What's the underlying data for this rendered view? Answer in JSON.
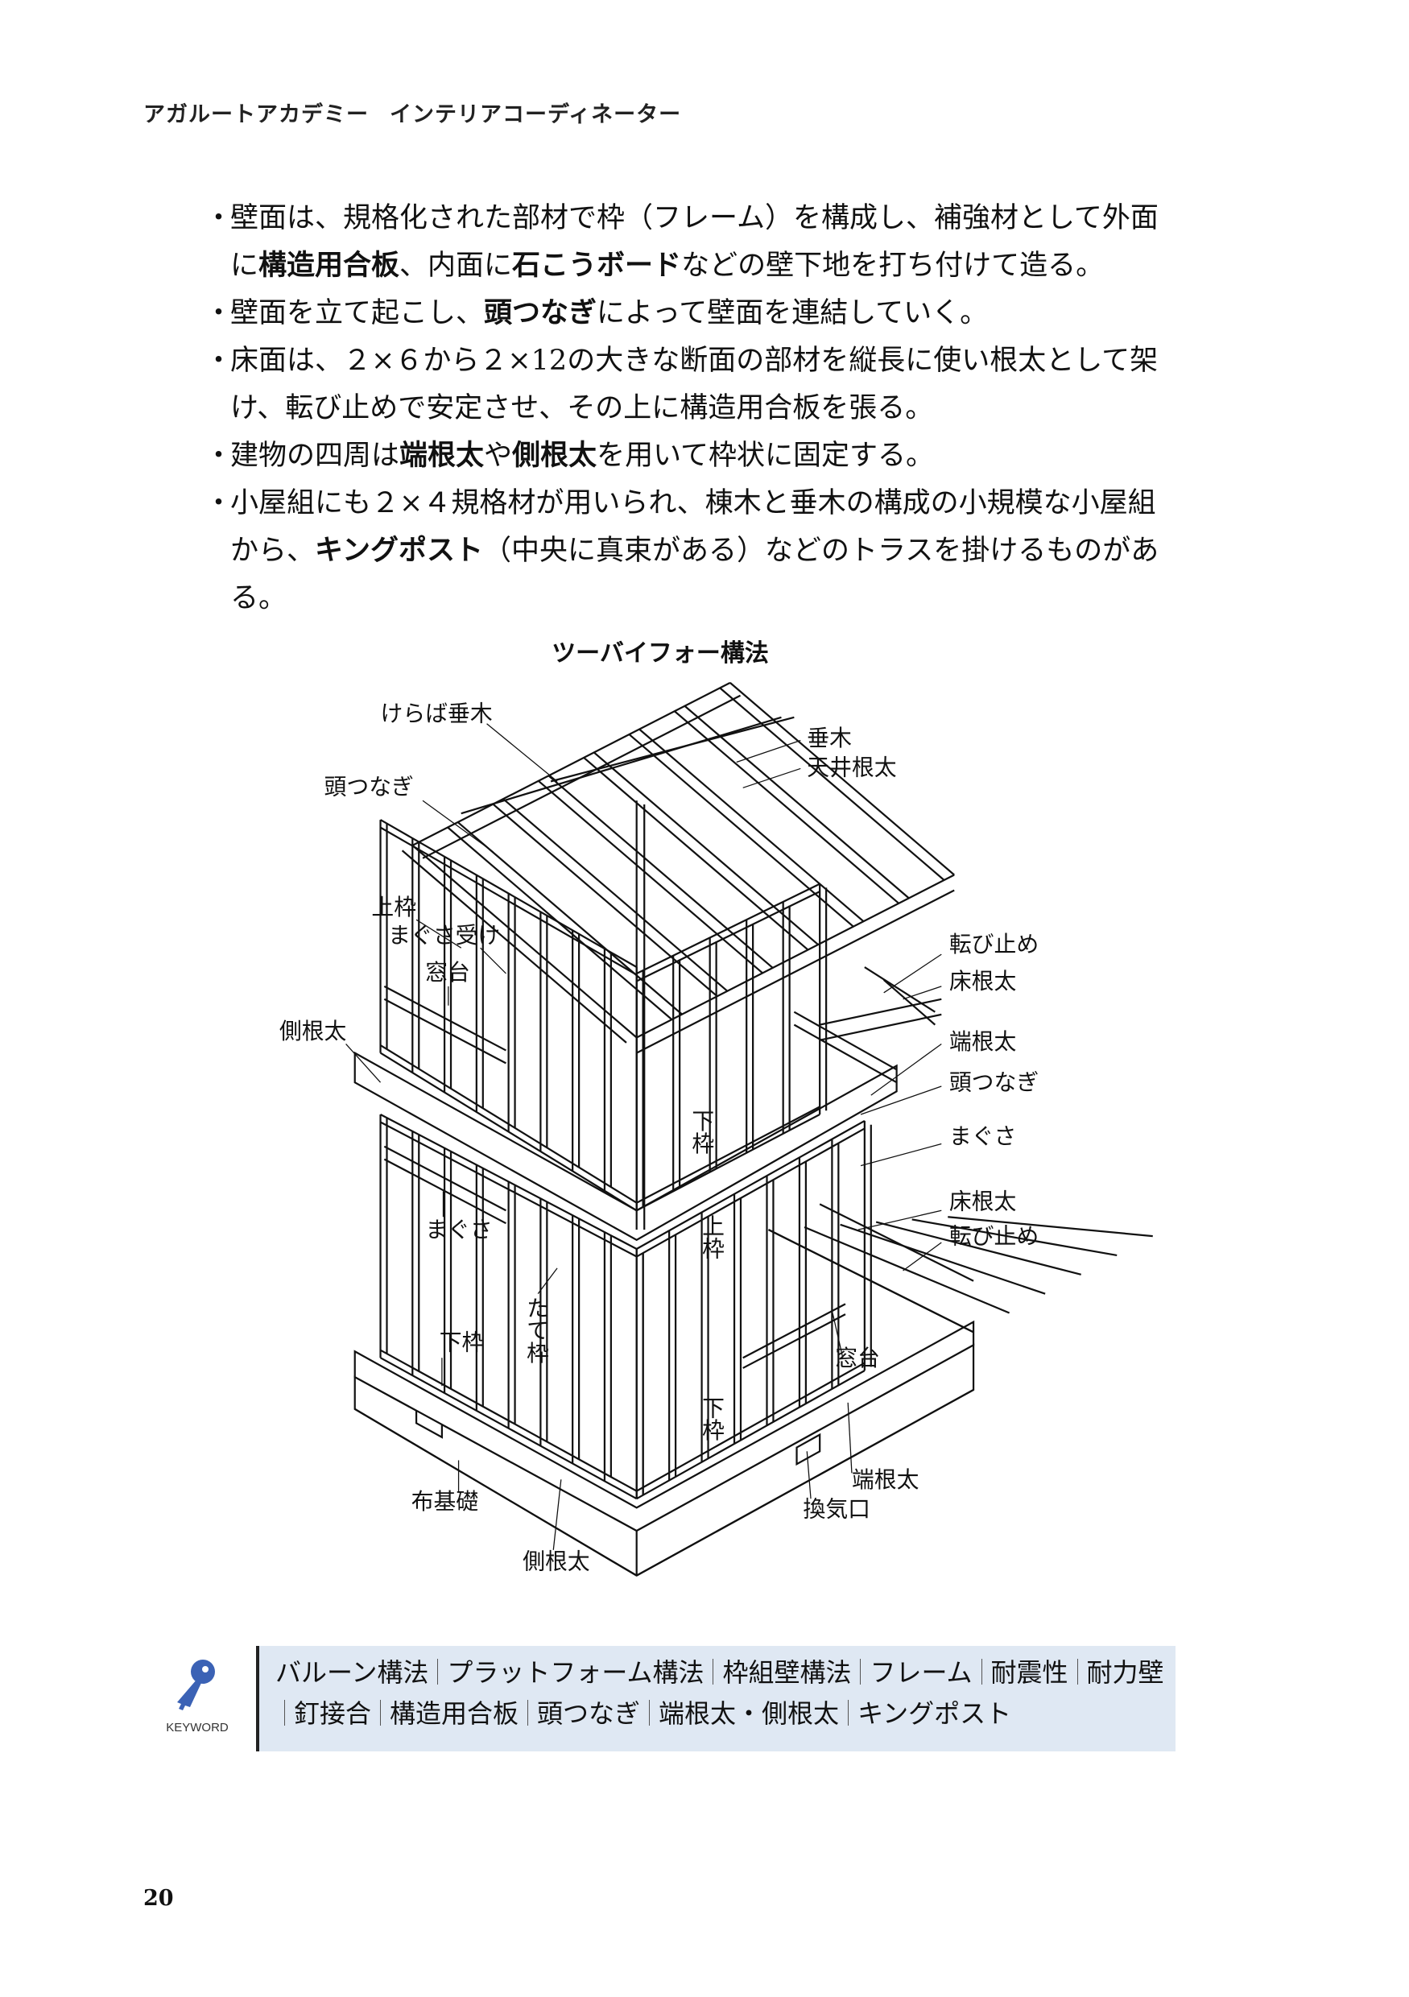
{
  "header": {
    "publisher": "アガルートアカデミー",
    "course": "インテリアコーディネーター"
  },
  "bullets": [
    [
      {
        "t": "壁面は、規格化された部材で枠（フレーム）を構成し、補強材として外面に"
      },
      {
        "t": "構造用合板",
        "b": true
      },
      {
        "t": "、内面に"
      },
      {
        "t": "石こうボード",
        "b": true
      },
      {
        "t": "などの壁下地を打ち付けて造る。"
      }
    ],
    [
      {
        "t": "壁面を立て起こし、"
      },
      {
        "t": "頭つなぎ",
        "b": true
      },
      {
        "t": "によって壁面を連結していく。"
      }
    ],
    [
      {
        "t": "床面は、２×６から２×12の大きな断面の部材を縦長に使い根太として架け、転び止めで安定させ、その上に構造用合板を張る。"
      }
    ],
    [
      {
        "t": "建物の四周は"
      },
      {
        "t": "端根太",
        "b": true
      },
      {
        "t": "や"
      },
      {
        "t": "側根太",
        "b": true
      },
      {
        "t": "を用いて枠状に固定する。"
      }
    ],
    [
      {
        "t": "小屋組にも２×４規格材が用いられ、棟木と垂木の構成の小規模な小屋組から、"
      },
      {
        "t": "キングポスト",
        "b": true
      },
      {
        "t": "（中央に真束がある）などのトラスを掛けるものがある。"
      }
    ]
  ],
  "bullet_mark": "・",
  "figure": {
    "title": "ツーバイフォー構法",
    "labels": {
      "keraba_taruki": "けらば垂木",
      "atama_tsunagi_top": "頭つなぎ",
      "taruki": "垂木",
      "tenjo_neda": "天井根太",
      "uwawaku_left": "上枠",
      "magusa_uke": "まぐさ受け",
      "madodai_left": "窓台",
      "sobaneda_left": "側根太",
      "korobidome_top": "転び止め",
      "yuka_neda_top": "床根太",
      "hashi_neda_top": "端根太",
      "atama_tsunagi_right": "頭つなぎ",
      "magusa_right": "まぐさ",
      "yuka_neda_bottom": "床根太",
      "korobidome_bottom": "転び止め",
      "shitawaku_upper": "下枠",
      "uwawaku_center": "上枠",
      "magusa_left": "まぐさ",
      "tatewaku": "たて枠",
      "shitawaku_left": "下枠",
      "madodai_right": "窓台",
      "shitawaku_lower": "下枠",
      "hashi_neda_bottom": "端根太",
      "kankiguchi": "換気口",
      "nunokiso": "布基礎",
      "sobaneda_bottom": "側根太"
    }
  },
  "keyword": {
    "icon_label": "KEYWORD",
    "icon_color": "#3b62b5",
    "box_color": "#dfe8f3",
    "items": [
      "バルーン構法",
      "プラットフォーム構法",
      "枠組壁構法",
      "フレーム",
      "耐震性",
      "耐力壁",
      "釘接合",
      "構造用合板",
      "頭つなぎ",
      "端根太・側根太",
      "キングポスト"
    ]
  },
  "page_number": "20"
}
